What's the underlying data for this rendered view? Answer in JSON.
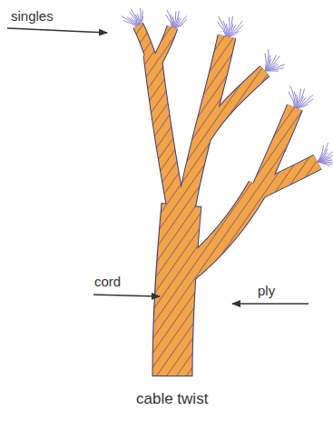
{
  "diagram": {
    "caption": "cable twist",
    "labels": [
      "singles",
      "ply",
      "cord"
    ]
  }
}
